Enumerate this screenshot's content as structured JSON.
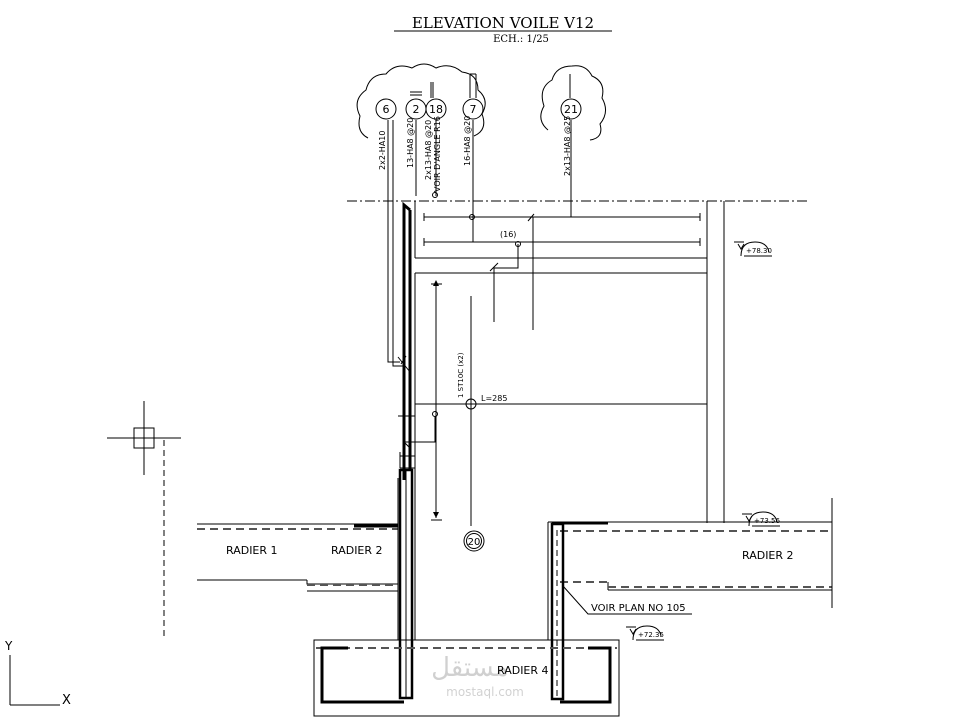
{
  "drawing": {
    "title": "ELEVATION  VOILE  V12",
    "scale": "ECH.: 1/25"
  },
  "marks": [
    {
      "num": "6",
      "desc": "2x2-HA10"
    },
    {
      "num": "2",
      "desc": "13-HA8 @20"
    },
    {
      "num": "18",
      "desc": "2x13-HA8 @20",
      "note": "VOIR D'ANGLE R16"
    },
    {
      "num": "7",
      "desc": "16-HA8 @20"
    },
    {
      "num": "21",
      "desc": "2x13-HA8 @25"
    }
  ],
  "labels": {
    "mark_16": "(16)",
    "stirrup": "1 ST10C (x2)",
    "length": "L=285",
    "mark_20": "20",
    "radier1": "RADIER  1",
    "radier2_left": "RADIER  2",
    "radier2_right": "RADIER  2",
    "radier4": "RADIER  4",
    "voir_plan": "VOIR PLAN NO 105"
  },
  "levels": {
    "top": "+78.30",
    "mid": "+73.56",
    "low": "+72.35"
  },
  "ucs": {
    "y": "Y",
    "x": "X"
  },
  "watermark": {
    "arabic": "مستقل",
    "latin": "mostaql.com"
  }
}
